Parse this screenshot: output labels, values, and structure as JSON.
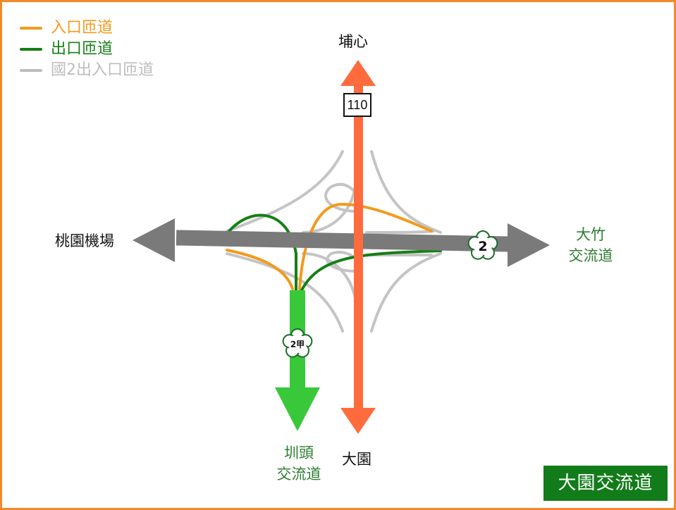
{
  "legend": [
    {
      "label": "入口匝道",
      "color": "#f39a1b"
    },
    {
      "label": "出口匝道",
      "color": "#157f15"
    },
    {
      "label": "國2出入口匝道",
      "color": "#bdbdbd"
    }
  ],
  "places": {
    "north": "埔心",
    "south": "大園",
    "west": "桃園機場",
    "east_line1": "大竹",
    "east_line2": "交流道",
    "southwest_line1": "圳頭",
    "southwest_line2": "交流道"
  },
  "route_shields": {
    "provincial_110": "110",
    "freeway_2": "2",
    "freeway_2a": "2甲"
  },
  "colors": {
    "freeway_2": "#7a7a7a",
    "route_110": "#ff6b3d",
    "freeway_2a": "#39c83a",
    "east_label": "#2e7d32",
    "legend_text_gray": "#bdbdbd",
    "title_bg": "#137c1a",
    "border": "#f08a2a"
  },
  "title": "大園交流道"
}
